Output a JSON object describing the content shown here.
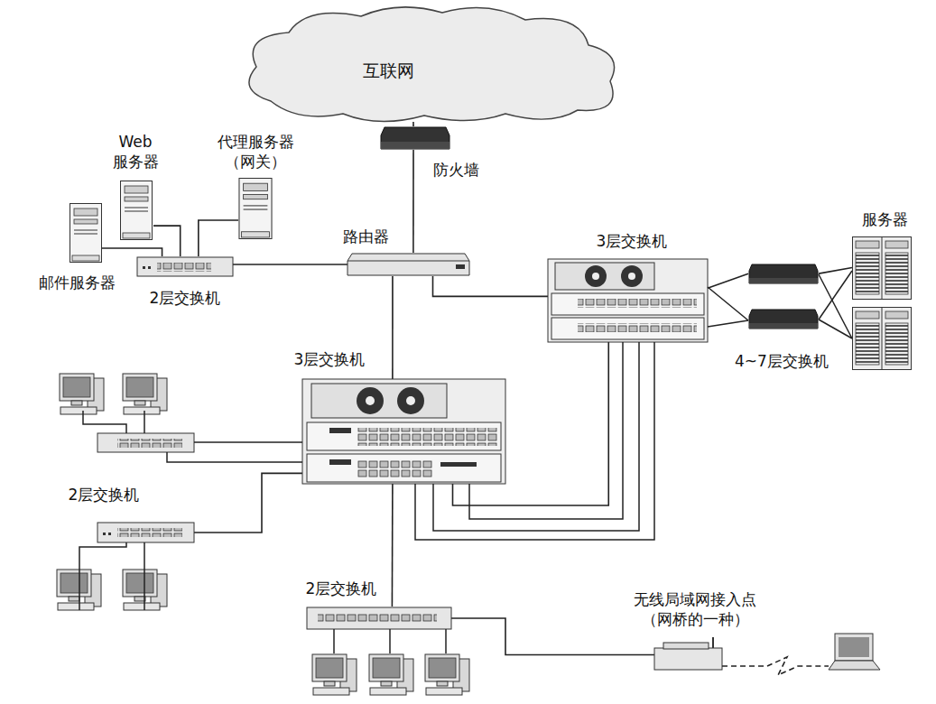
{
  "diagram": {
    "nodes": [
      {
        "text": [
          "互联网"
        ]
      },
      {
        "text": [
          "防火墙"
        ]
      },
      {
        "text": [
          "路由器"
        ]
      },
      {
        "text": [
          "Web 服务器"
        ]
      },
      {
        "text": [
          "代理服务器 （网关）"
        ]
      },
      {
        "text": [
          "邮件服务器"
        ]
      },
      {
        "text": [
          "2层交换机"
        ]
      },
      {
        "text": [
          "3层交换机"
        ]
      },
      {
        "text": [
          "服务器"
        ]
      },
      {
        "text": [
          "4~7层交换机"
        ]
      },
      {
        "text": [
          "3层交换机"
        ]
      },
      {
        "text": [
          "2层交换机"
        ]
      },
      {
        "text": [
          "2层交换机"
        ]
      },
      {
        "text": [
          "无线局域网接入点 （网桥的一种）"
        ]
      }
    ],
    "edges": [
      {
        "from": 0,
        "to": 1,
        "arrow": "none"
      },
      {
        "from": 1,
        "to": 2,
        "arrow": "none"
      },
      {
        "from": 2,
        "to": 6,
        "arrow": "none"
      },
      {
        "from": 3,
        "to": 6,
        "arrow": "none"
      },
      {
        "from": 4,
        "to": 6,
        "arrow": "none"
      },
      {
        "from": 5,
        "to": 6,
        "arrow": "none"
      },
      {
        "from": 2,
        "to": 7,
        "arrow": "none"
      },
      {
        "from": 2,
        "to": 10,
        "arrow": "none"
      },
      {
        "from": 10,
        "to": 7,
        "arrow": "none"
      },
      {
        "from": 7,
        "to": 9,
        "arrow": "none"
      },
      {
        "from": 9,
        "to": 8,
        "arrow": "none"
      },
      {
        "from": 11,
        "to": 10,
        "arrow": "none"
      },
      {
        "from": 10,
        "to": 12,
        "arrow": "none"
      },
      {
        "from": 12,
        "to": 13,
        "arrow": "none"
      }
    ]
  }
}
